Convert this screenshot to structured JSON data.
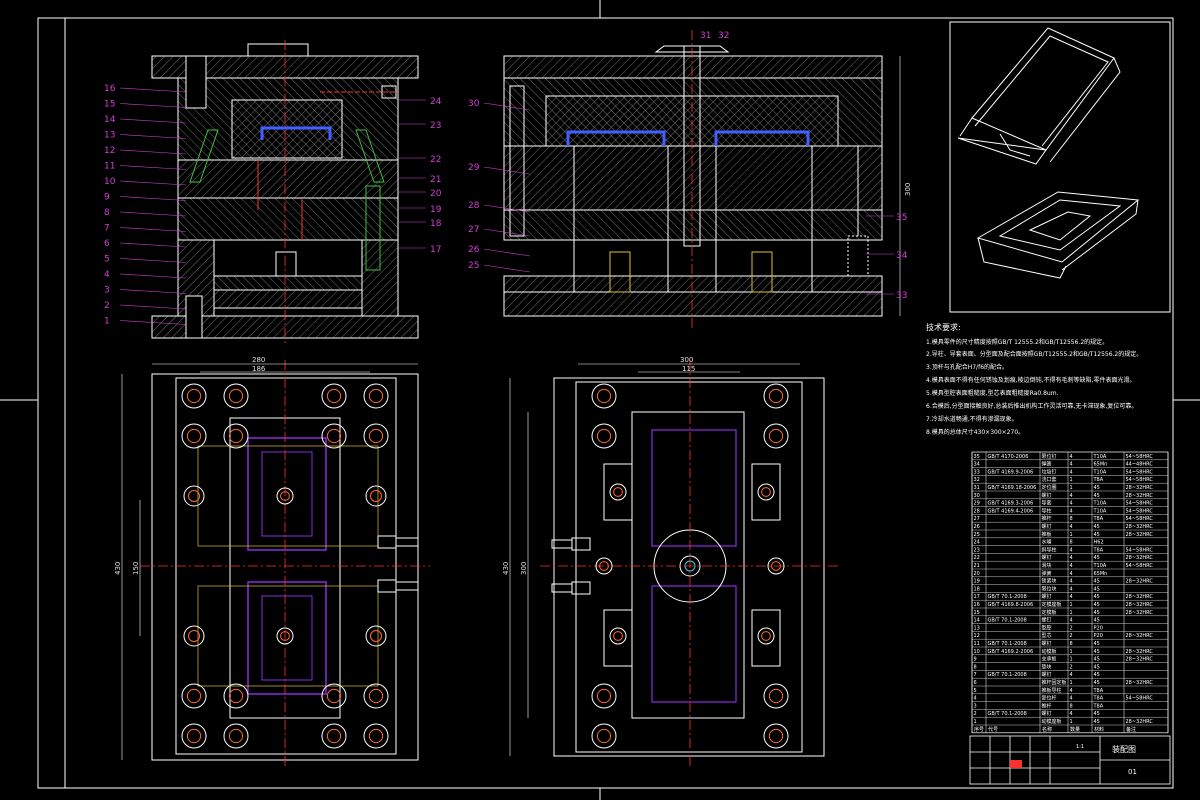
{
  "palette": {
    "frame": "#ffffff",
    "outline": "#ffffff",
    "hatch": "#909090",
    "leader": "#d040d0",
    "center": "#ff3030",
    "cooling": "#4060ff",
    "cavity": "#8a2be2",
    "bolt": "#ff6a2a",
    "yellow": "#e0c030",
    "green": "#40c040",
    "cyan": "#40d0e0"
  },
  "left_section_labels": [
    "16",
    "15",
    "14",
    "13",
    "12",
    "11",
    "10",
    "9",
    "8",
    "7",
    "6",
    "5",
    "4",
    "3",
    "2",
    "1"
  ],
  "left_section_right_labels": [
    "24",
    "23",
    "22",
    "21",
    "20",
    "19",
    "18",
    "17"
  ],
  "right_section_labels_top": [
    "31",
    "32"
  ],
  "right_section_labels_left": [
    "30",
    "29",
    "28",
    "27",
    "26",
    "25"
  ],
  "right_section_labels_right": [
    "35",
    "34",
    "33"
  ],
  "dimensions": {
    "left_top_outer": "280",
    "left_top_inner": "186",
    "left_side_outer": "430",
    "left_side_inner": "150",
    "right_top_outer": "300",
    "right_top_inner": "115",
    "right_side_outer": "430",
    "right_side_inner": "300",
    "right_section_height": "300"
  },
  "notes": {
    "title": "技术要求:",
    "lines": [
      "1.模具零件的尺寸精度按照GB/T 12555.2和GB/T12556.2的规定。",
      "2.导柱、导套表面、分型面及配合面按照GB/T12555.2和GB/T12556.2的规定。",
      "3.顶杆与孔配合H7/f6的配合。",
      "4.模具表面不得有任何锈蚀及划痕,棱边倒钝,不得有毛刺等缺陷,零件表面光滑。",
      "5.模具型腔表面粗糙度,型芯表面粗糙度Ra0.8um.",
      "6.合模后,分型面接触良好,总装后推出机构工作灵活可靠,无卡滞现象,复位可靠。",
      "7.冷却水道畅通,不得有渗漏现象。",
      "8.模具的总体尺寸430×300×270。"
    ]
  },
  "bom_rows": [
    {
      "no": "35",
      "code": "GB/T 4170-2006",
      "name": "限位钉",
      "qty": "4",
      "mat": "T10A",
      "note": "54~58HRC"
    },
    {
      "no": "34",
      "code": "",
      "name": "弹簧",
      "qty": "4",
      "mat": "65Mn",
      "note": "44~48HRC"
    },
    {
      "no": "33",
      "code": "GB/T 4169.9-2006",
      "name": "垃圾钉",
      "qty": "4",
      "mat": "T10A",
      "note": "54~58HRC"
    },
    {
      "no": "32",
      "code": "",
      "name": "浇口套",
      "qty": "1",
      "mat": "T8A",
      "note": "54~58HRC"
    },
    {
      "no": "31",
      "code": "GB/T 4169.18-2006",
      "name": "定位圈",
      "qty": "1",
      "mat": "45",
      "note": "28~32HRC"
    },
    {
      "no": "30",
      "code": "",
      "name": "螺钉",
      "qty": "4",
      "mat": "45",
      "note": "28~32HRC"
    },
    {
      "no": "29",
      "code": "GB/T 4169.3-2006",
      "name": "导套",
      "qty": "4",
      "mat": "T10A",
      "note": "54~58HRC"
    },
    {
      "no": "28",
      "code": "GB/T 4169.4-2006",
      "name": "导柱",
      "qty": "4",
      "mat": "T10A",
      "note": "54~58HRC"
    },
    {
      "no": "27",
      "code": "",
      "name": "推杆",
      "qty": "8",
      "mat": "T8A",
      "note": "54~58HRC"
    },
    {
      "no": "26",
      "code": "",
      "name": "螺钉",
      "qty": "4",
      "mat": "45",
      "note": "28~32HRC"
    },
    {
      "no": "25",
      "code": "",
      "name": "推板",
      "qty": "1",
      "mat": "45",
      "note": "28~32HRC"
    },
    {
      "no": "24",
      "code": "",
      "name": "水嘴",
      "qty": "8",
      "mat": "H62",
      "note": ""
    },
    {
      "no": "23",
      "code": "",
      "name": "斜导柱",
      "qty": "4",
      "mat": "T8A",
      "note": "54~58HRC"
    },
    {
      "no": "22",
      "code": "",
      "name": "螺钉",
      "qty": "4",
      "mat": "45",
      "note": "28~32HRC"
    },
    {
      "no": "21",
      "code": "",
      "name": "滑块",
      "qty": "4",
      "mat": "T10A",
      "note": "54~58HRC"
    },
    {
      "no": "20",
      "code": "",
      "name": "弹簧",
      "qty": "4",
      "mat": "65Mn",
      "note": ""
    },
    {
      "no": "19",
      "code": "",
      "name": "锁紧块",
      "qty": "4",
      "mat": "45",
      "note": "28~32HRC"
    },
    {
      "no": "18",
      "code": "",
      "name": "限位块",
      "qty": "4",
      "mat": "45",
      "note": ""
    },
    {
      "no": "17",
      "code": "GB/T 70.1-2008",
      "name": "螺钉",
      "qty": "4",
      "mat": "45",
      "note": "28~32HRC"
    },
    {
      "no": "16",
      "code": "GB/T 4169.8-2006",
      "name": "定模座板",
      "qty": "1",
      "mat": "45",
      "note": "28~32HRC"
    },
    {
      "no": "15",
      "code": "",
      "name": "定模板",
      "qty": "1",
      "mat": "45",
      "note": "28~32HRC"
    },
    {
      "no": "14",
      "code": "GB/T 70.1-2008",
      "name": "螺钉",
      "qty": "4",
      "mat": "45",
      "note": ""
    },
    {
      "no": "13",
      "code": "",
      "name": "型腔",
      "qty": "2",
      "mat": "P20",
      "note": ""
    },
    {
      "no": "12",
      "code": "",
      "name": "型芯",
      "qty": "2",
      "mat": "P20",
      "note": "28~32HRC"
    },
    {
      "no": "11",
      "code": "GB/T 70.1-2008",
      "name": "螺钉",
      "qty": "8",
      "mat": "45",
      "note": ""
    },
    {
      "no": "10",
      "code": "GB/T 4169.2-2006",
      "name": "动模板",
      "qty": "1",
      "mat": "45",
      "note": "28~32HRC"
    },
    {
      "no": "9",
      "code": "",
      "name": "支承板",
      "qty": "1",
      "mat": "45",
      "note": "28~32HRC"
    },
    {
      "no": "8",
      "code": "",
      "name": "垫块",
      "qty": "2",
      "mat": "45",
      "note": ""
    },
    {
      "no": "7",
      "code": "GB/T 70.1-2008",
      "name": "螺钉",
      "qty": "4",
      "mat": "45",
      "note": ""
    },
    {
      "no": "6",
      "code": "",
      "name": "推杆固定板",
      "qty": "1",
      "mat": "45",
      "note": "28~32HRC"
    },
    {
      "no": "5",
      "code": "",
      "name": "推板导柱",
      "qty": "4",
      "mat": "T8A",
      "note": ""
    },
    {
      "no": "4",
      "code": "",
      "name": "复位杆",
      "qty": "4",
      "mat": "T8A",
      "note": "54~58HRC"
    },
    {
      "no": "3",
      "code": "",
      "name": "推杆",
      "qty": "8",
      "mat": "T8A",
      "note": ""
    },
    {
      "no": "2",
      "code": "GB/T 70.1-2008",
      "name": "螺钉",
      "qty": "4",
      "mat": "45",
      "note": ""
    },
    {
      "no": "1",
      "code": "",
      "name": "动模座板",
      "qty": "1",
      "mat": "45",
      "note": "28~32HRC"
    }
  ],
  "bom_header": {
    "no": "序号",
    "code": "代号",
    "name": "名称",
    "qty": "数量",
    "mat": "材料",
    "note": "备注"
  },
  "title_block": {
    "drawing_name": "装配图",
    "scale": "1:1",
    "sheet": "01"
  }
}
